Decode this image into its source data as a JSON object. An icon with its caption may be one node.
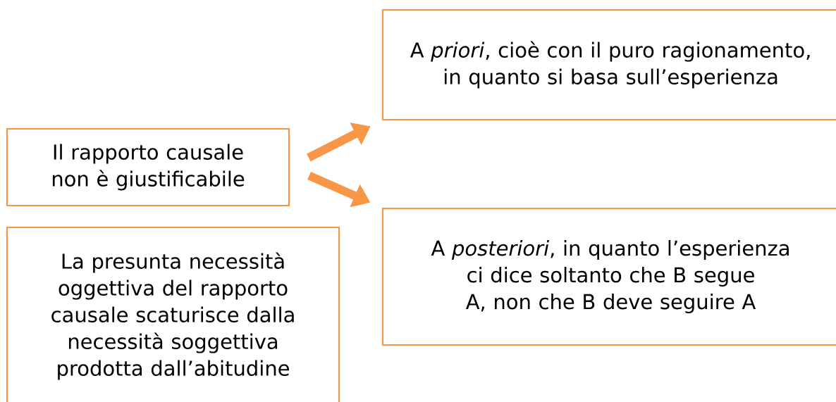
{
  "diagram": {
    "nodes": [
      {
        "text": [
          "A *priori*, cioè con il puro ragionamento, in quanto si basa sull’esperienza"
        ]
      },
      {
        "text": [
          "Il rapporto causale non è giustificabile"
        ]
      },
      {
        "text": [
          "A *posteriori*, in quanto l’esperienza ci dice soltanto che B segue A, non che B deve seguire A"
        ]
      },
      {
        "text": [
          "La presunta necessità oggettiva del rapporto causale scaturisce dalla necessità soggettiva prodotta dall’abitudine"
        ]
      }
    ],
    "edges": [
      {
        "from": 1,
        "to": 0,
        "arrow": "to"
      },
      {
        "from": 1,
        "to": 2,
        "arrow": "to"
      }
    ]
  }
}
